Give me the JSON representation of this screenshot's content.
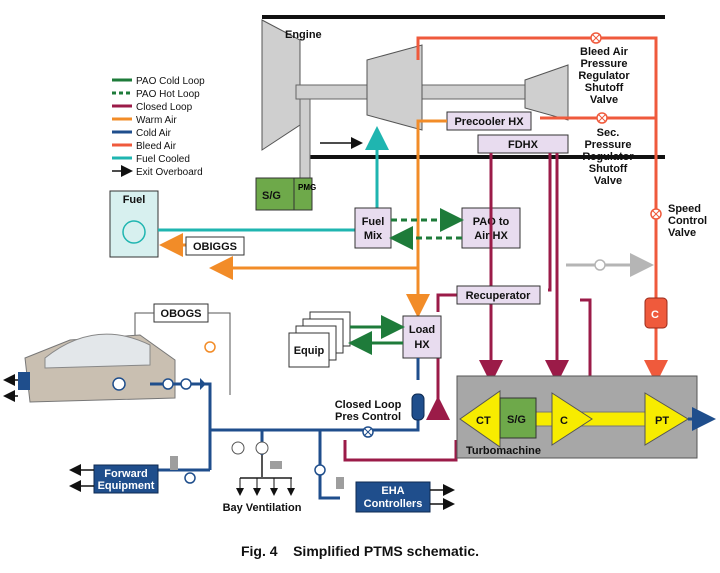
{
  "caption": "Fig. 4    Simplified PTMS schematic.",
  "legend": [
    {
      "label": "PAO Cold Loop",
      "color": "#1e7b3a",
      "style": "solid"
    },
    {
      "label": "PAO Hot Loop",
      "color": "#1e7b3a",
      "style": "dashed"
    },
    {
      "label": "Closed Loop",
      "color": "#9b1b48",
      "style": "solid"
    },
    {
      "label": "Warm Air",
      "color": "#f28c28",
      "style": "solid"
    },
    {
      "label": "Cold Air",
      "color": "#1f4e8c",
      "style": "solid"
    },
    {
      "label": "Bleed Air",
      "color": "#ef5a3c",
      "style": "solid"
    },
    {
      "label": "Fuel Cooled",
      "color": "#1fb5b0",
      "style": "solid"
    },
    {
      "label": "Exit Overboard",
      "color": "#111111",
      "style": "arrow"
    }
  ],
  "components": {
    "engine": "Engine",
    "sg": "S/G",
    "pmg": "PMG",
    "fuel": "Fuel",
    "fuel_mix_1": "Fuel",
    "fuel_mix_2": "Mix",
    "pao_1": "PAO to",
    "pao_2": "Air HX",
    "obiggs": "OBIGGS",
    "obogs": "OBOGS",
    "precooler": "Precooler HX",
    "fdhx": "FDHX",
    "recuperator": "Recuperator",
    "load_hx_1": "Load",
    "load_hx_2": "HX",
    "equip": "Equip",
    "forward_equipment_1": "Forward",
    "forward_equipment_2": "Equipment",
    "eha_1": "EHA",
    "eha_2": "Controllers",
    "bay_ventilation": "Bay Ventilation",
    "turbomachine": "Turbomachine",
    "ct": "CT",
    "sg_turbo": "S/G",
    "c": "C",
    "pt": "PT",
    "c_small": "C"
  },
  "valves": {
    "bleed_air_valve": [
      "Bleed Air",
      "Pressure",
      "Regulator",
      "Shutoff",
      "Valve"
    ],
    "sec_pressure_valve": [
      "Sec.",
      "Pressure",
      "Regulator",
      "Shutoff",
      "Valve"
    ],
    "speed_control_valve": [
      "Speed",
      "Control",
      "Valve"
    ],
    "closed_loop_pres_control": [
      "Closed Loop",
      "Pres Control"
    ]
  },
  "colors": {
    "pao": "#1e7b3a",
    "closed_loop": "#9b1b48",
    "warm_air": "#f28c28",
    "cold_air": "#1f4e8c",
    "bleed_air": "#ef5a3c",
    "fuel_cooled": "#1fb5b0",
    "component_fill": "#e8dcef",
    "turbomachine_fill": "#a7a7a7",
    "shaft_yellow": "#f7ec00",
    "sg_green": "#6ea94a"
  }
}
